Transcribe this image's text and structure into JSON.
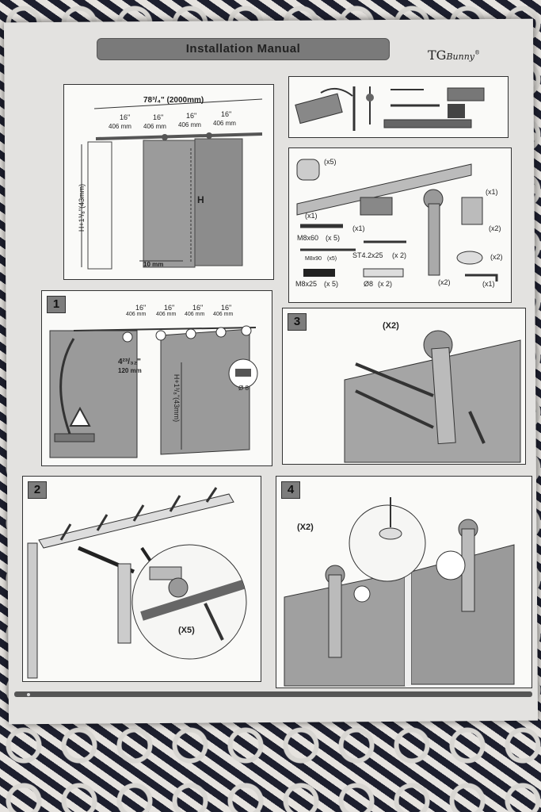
{
  "header": {
    "title": "Installation Manual",
    "brand": "TG",
    "brand_suffix": "Bunny",
    "registered": "®"
  },
  "overview": {
    "total_width": "78³/₄\" (2000mm)",
    "segments": [
      {
        "in": "16\"",
        "mm": "406 mm"
      },
      {
        "in": "16\"",
        "mm": "406 mm"
      },
      {
        "in": "16\"",
        "mm": "406 mm"
      },
      {
        "in": "16\"",
        "mm": "406 mm"
      }
    ],
    "height_label": "H+1³/₈\"(43mm)",
    "door_height": "H",
    "gap": "10 mm"
  },
  "parts": [
    {
      "qty": "(x5)"
    },
    {
      "qty": "(x1)"
    },
    {
      "qty": "(x1)"
    },
    {
      "qty": "(x1)"
    },
    {
      "name": "M8x60",
      "qty": "(x 5)"
    },
    {
      "name": "M8x90",
      "qty": "(x5)"
    },
    {
      "name": "ST4.2x25",
      "qty": "(x 2)"
    },
    {
      "name": "M8x25",
      "qty": "(x 5)"
    },
    {
      "name": "Ø8",
      "qty": "(x 2)"
    },
    {
      "qty": "(x2)"
    },
    {
      "qty": "(x2)"
    },
    {
      "qty": "(x2)"
    },
    {
      "qty": "(x1)"
    }
  ],
  "steps": [
    {
      "number": "1",
      "segments": [
        {
          "in": "16\"",
          "mm": "406 mm"
        },
        {
          "in": "16\"",
          "mm": "406 mm"
        },
        {
          "in": "16\"",
          "mm": "406 mm"
        },
        {
          "in": "16\"",
          "mm": "406 mm"
        }
      ],
      "offset": "4²³/₃₂\"",
      "offset_mm": "120 mm",
      "height_label": "H+1³/₈\"(43mm)",
      "drill": "Ø 8"
    },
    {
      "number": "2",
      "qty": "(X5)"
    },
    {
      "number": "3",
      "qty": "(X2)"
    },
    {
      "number": "4",
      "qty": "(X2)"
    }
  ]
}
